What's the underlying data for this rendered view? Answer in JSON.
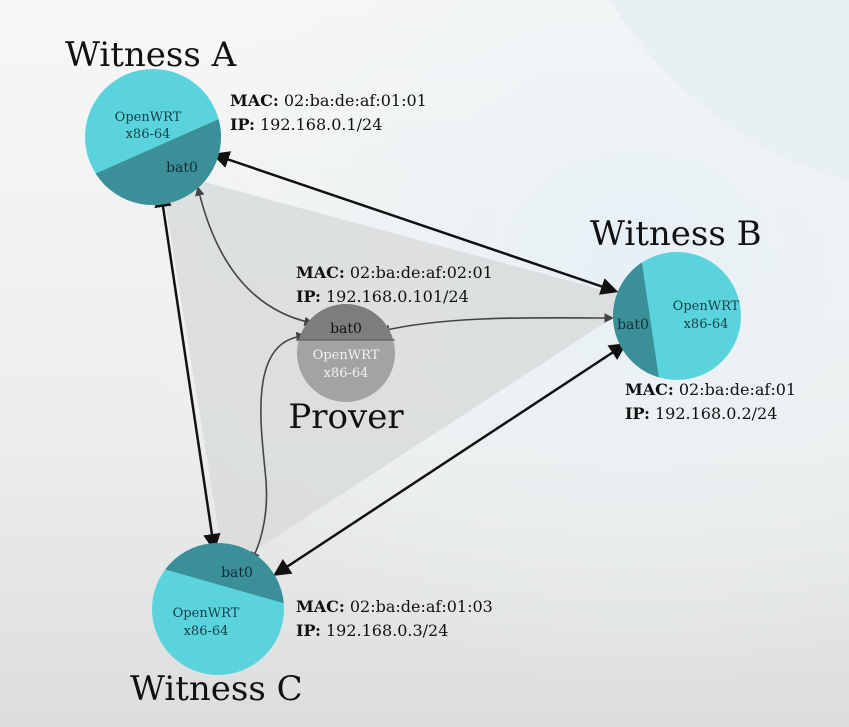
{
  "colors": {
    "node_light": "#5ad3dc",
    "node_dark": "#3b8f99",
    "prover_light": "#a3a3a3",
    "prover_dark": "#7d7d7d",
    "edge": "#111111",
    "region": "#d7dada"
  },
  "nodes": {
    "witness_a": {
      "title": "Witness A",
      "os_line1": "OpenWRT",
      "os_line2": "x86-64",
      "iface": "bat0",
      "mac_key": "MAC:",
      "mac": "02:ba:de:af:01:01",
      "ip_key": "IP:",
      "ip": "192.168.0.1/24"
    },
    "witness_b": {
      "title": "Witness B",
      "os_line1": "OpenWRT",
      "os_line2": "x86-64",
      "iface": "bat0",
      "mac_key": "MAC:",
      "mac": "02:ba:de:af:01",
      "ip_key": "IP:",
      "ip": "192.168.0.2/24"
    },
    "witness_c": {
      "title": "Witness C",
      "os_line1": "OpenWRT",
      "os_line2": "x86-64",
      "iface": "bat0",
      "mac_key": "MAC:",
      "mac": "02:ba:de:af:01:03",
      "ip_key": "IP:",
      "ip": "192.168.0.3/24"
    },
    "prover": {
      "title": "Prover",
      "os_line1": "OpenWRT",
      "os_line2": "x86-64",
      "iface": "bat0",
      "mac_key": "MAC:",
      "mac": "02:ba:de:af:02:01",
      "ip_key": "IP:",
      "ip": "192.168.0.101/24"
    }
  }
}
